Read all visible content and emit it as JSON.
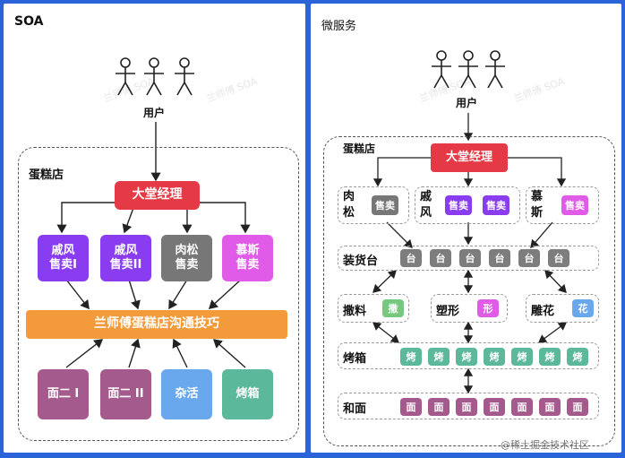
{
  "soa": {
    "title": "SOA",
    "user_label": "用户",
    "store_label": "蛋糕店",
    "manager": "大堂经理",
    "sellers": [
      "戚风\n售卖I",
      "戚风\n售卖II",
      "肉松\n售卖",
      "慕斯\n售卖"
    ],
    "skill_bar": "兰师傅蛋糕店沟通技巧",
    "workers": [
      "面二 I",
      "面二 II",
      "杂活",
      "烤箱"
    ]
  },
  "micro": {
    "title": "微服务",
    "user_label": "用户",
    "store_label": "蛋糕店",
    "manager": "大堂经理",
    "groups": [
      {
        "name": "肉\n松",
        "chips": [
          "售卖"
        ]
      },
      {
        "name": "戚\n风",
        "chips": [
          "售卖",
          "售卖"
        ]
      },
      {
        "name": "慕\n斯",
        "chips": [
          "售卖"
        ]
      }
    ],
    "rows": [
      {
        "name": "装货台",
        "chip": "台",
        "count": 6
      },
      {
        "name": "撒料",
        "chip": "撒"
      },
      {
        "name": "塑形",
        "chip": "形"
      },
      {
        "name": "雕花",
        "chip": "花"
      },
      {
        "name": "烤箱",
        "chip": "烤",
        "count": 7
      },
      {
        "name": "和面",
        "chip": "面",
        "count": 7
      }
    ]
  },
  "watermark_corner": "@稀土掘金技术社区",
  "colors": {
    "manager": "#e53945",
    "qifeng": "#8a3cf0",
    "rousong": "#777777",
    "musi": "#e05be8",
    "skill": "#f39a3a",
    "mian": "#a55a8e",
    "zahuo": "#6aa8ee",
    "kaoxiang": "#5cb89a",
    "tai": "#7d7d7d",
    "sa": "#78c77f",
    "xing": "#e05be8",
    "hua": "#6aa8ee",
    "kao": "#5cb89a",
    "mianchip": "#a55a8e"
  }
}
